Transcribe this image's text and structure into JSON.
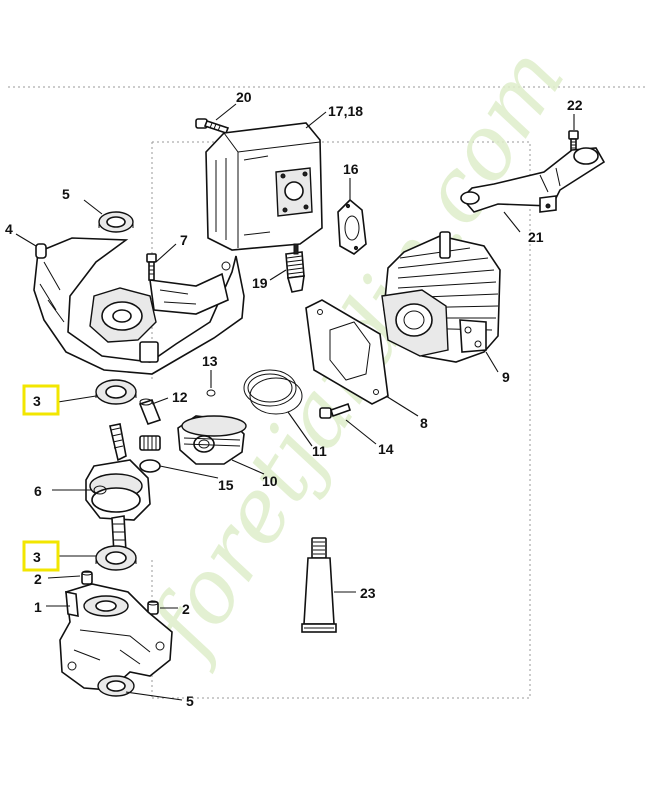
{
  "watermark": "foretjardin.com",
  "highlight_color": "#f2e600",
  "labels": {
    "p20": "20",
    "p17_18": "17,18",
    "p22": "22",
    "p16": "16",
    "p5_top": "5",
    "p4": "4",
    "p7": "7",
    "p21": "21",
    "p19": "19",
    "p9": "9",
    "p13": "13",
    "p3_top": "3",
    "p12": "12",
    "p8": "8",
    "p14": "14",
    "p11": "11",
    "p10": "10",
    "p15": "15",
    "p6": "6",
    "p3_bottom": "3",
    "p2_left": "2",
    "p2_right": "2",
    "p23": "23",
    "p1": "1",
    "p5_bottom": "5"
  }
}
